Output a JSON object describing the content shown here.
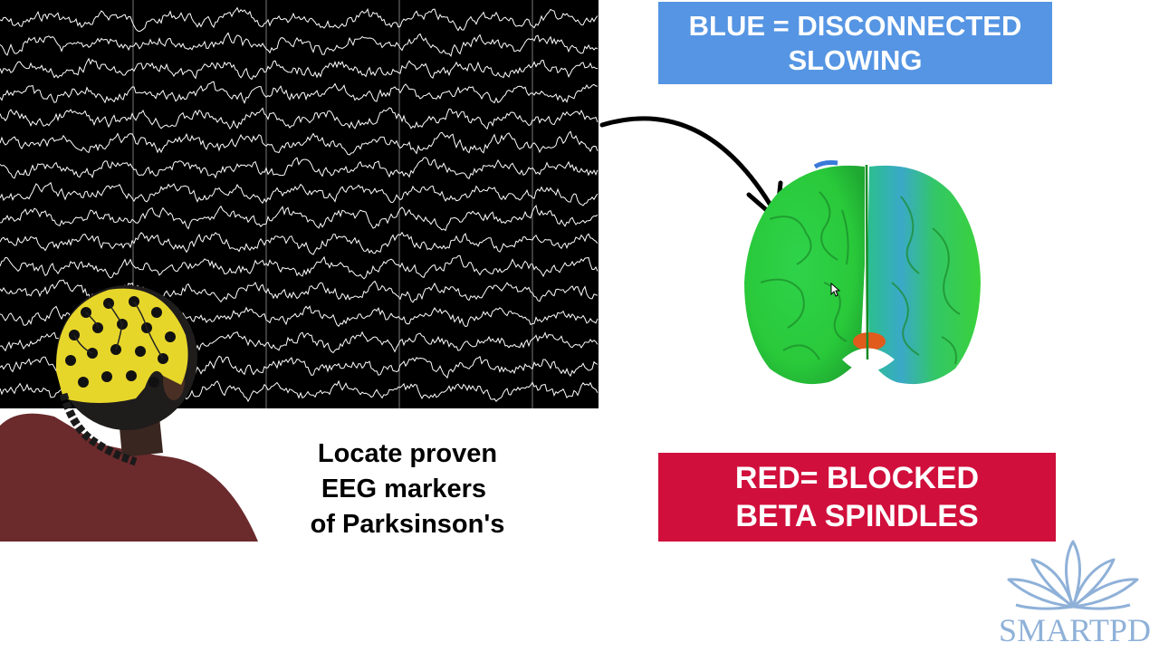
{
  "eeg": {
    "channel_count": 16,
    "trace_color": "#ffffff",
    "background": "#000000"
  },
  "caption": {
    "lines": [
      "Locate proven",
      "EEG markers ",
      "of Parksinson's"
    ]
  },
  "labels": {
    "blue": {
      "line1": "BLUE = DISCONNECTED",
      "line2": "SLOWING",
      "color": "#5595e3"
    },
    "red": {
      "line1": "RED= BLOCKED",
      "line2": "BETA SPINDLES",
      "color": "#d00f3c"
    }
  },
  "logo": {
    "text": "SMARTPD",
    "color": "#8fb1d8"
  },
  "icons": [
    "lotus-logo-icon",
    "curved-arrow-icon",
    "mouse-pointer-icon"
  ]
}
